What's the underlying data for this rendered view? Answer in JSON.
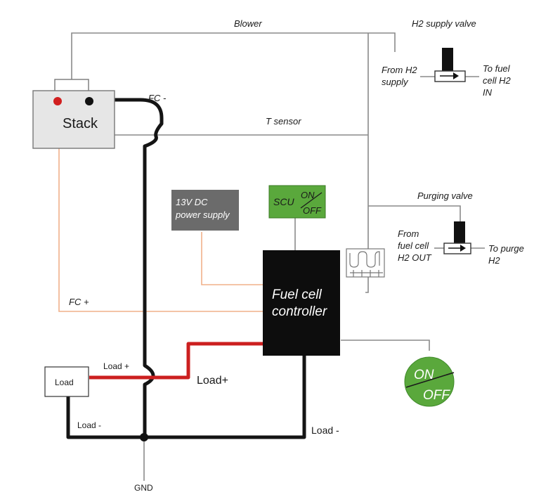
{
  "labels": {
    "blower": "Blower",
    "h2_supply_valve": "H2 supply valve",
    "from_h2_supply_1": "From H2",
    "from_h2_supply_2": "supply",
    "to_fuel_cell_1": "To fuel",
    "to_fuel_cell_2": "cell H2",
    "to_fuel_cell_3": "IN",
    "stack": "Stack",
    "fc_minus": "FC -",
    "t_sensor": "T sensor",
    "psu_1": "13V DC",
    "psu_2": "power supply",
    "scu": "SCU",
    "scu_on": "ON",
    "scu_off": "OFF",
    "purging_valve": "Purging valve",
    "from_fuel_cell_1": "From",
    "from_fuel_cell_2": "fuel cell",
    "from_fuel_cell_3": "H2 OUT",
    "to_purge_1": "To purge",
    "to_purge_2": "H2",
    "controller_1": "Fuel cell",
    "controller_2": "controller",
    "fc_plus": "FC +",
    "load_box": "Load",
    "load_plus_small": "Load +",
    "load_plus_big": "Load+",
    "load_minus_left": "Load -",
    "load_minus_right": "Load -",
    "on_button": "ON",
    "off_button": "OFF",
    "gnd": "GND"
  },
  "colors": {
    "wire_thin": "#8a8a8a",
    "wire_power": "#141414",
    "wire_positive": "#cc1f1f",
    "wire_signal": "#f0b08a",
    "scu_green": "#5aa83c",
    "psu_gray": "#6b6b6b",
    "stack_fill": "#e6e6e6",
    "terminal_red": "#d11f1f"
  }
}
